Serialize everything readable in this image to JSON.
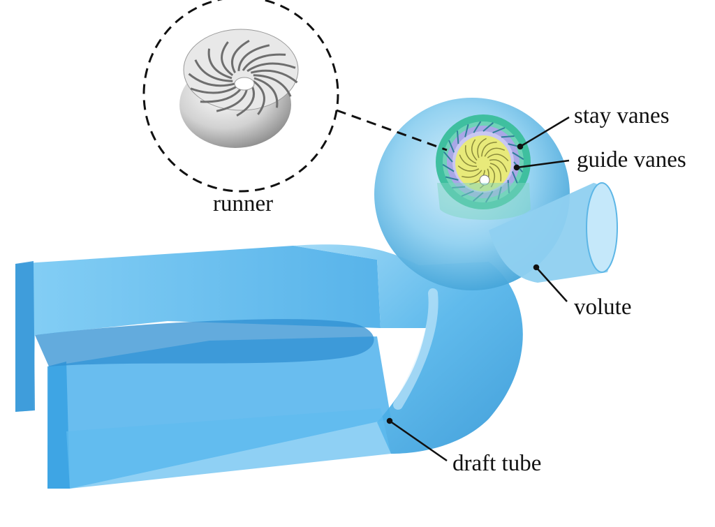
{
  "labels": {
    "stay_vanes": "stay vanes",
    "guide_vanes": "guide vanes",
    "runner": "runner",
    "volute": "volute",
    "draft_tube": "draft tube"
  },
  "colors": {
    "draft_tube_fill": "#5ab8f0",
    "volute_fill": "#7cc3e8",
    "stay_vanes": "#3fbf9f",
    "guide_vanes": "#a9a7e6",
    "runner_core": "#e8ea7a",
    "leader_line": "#111111"
  }
}
